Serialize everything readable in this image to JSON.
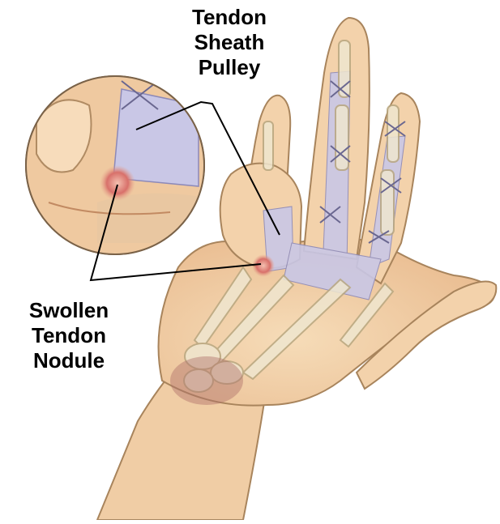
{
  "labels": {
    "tendon_sheath_pulley": [
      "Tendon",
      "Sheath",
      "Pulley"
    ],
    "swollen_tendon_nodule": [
      "Swollen",
      "Tendon",
      "Nodule"
    ]
  },
  "colors": {
    "skin": "#f3d2ab",
    "skin_shadow": "#e3b389",
    "skin_outline": "#b08b63",
    "bone": "#efe6cf",
    "bone_outline": "#b8a780",
    "tendon_sheath": "#c9c7e6",
    "nodule": "#c9504a",
    "callout_line": "#000000"
  }
}
